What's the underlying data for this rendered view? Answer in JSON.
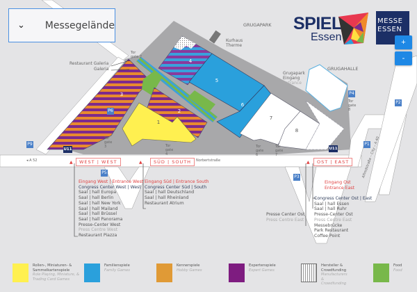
{
  "dropdown": {
    "label": "Messegelände"
  },
  "zoom": {
    "plus": "+",
    "minus": "-"
  },
  "logos": {
    "spiel_line1": "SPIEL",
    "spiel_line2": "Essen",
    "messe": "MESSE ESSEN"
  },
  "map_labels": {
    "grugapark": "GRUGAPARK",
    "kurhaus": "Kurhaus",
    "therme": "Therme",
    "grugahalle": "GRUGAHALLE",
    "grugapark_eingang_1": "Grugapark",
    "grugapark_eingang_2": "Eingang",
    "grugapark_entrance": "Entrance",
    "restaurant_galeria": "Restaurant Galeria",
    "galeria": "Galeria",
    "halls": [
      "1",
      "2",
      "3",
      "4",
      "5",
      "6",
      "7",
      "8"
    ],
    "gates": {
      "g2": "Tor gate 2",
      "g3": "Tor gate 3",
      "g4": "Tor gate 4",
      "g6": "Tor gate 6",
      "g7": "Tor gate 7",
      "g8": "Tor gate 8"
    },
    "parking": {
      "p1": "P1",
      "p2": "P2",
      "p3": "P3",
      "p4": "P4",
      "p5": "P5",
      "p6": "P6",
      "p9": "P9"
    },
    "u11": "U11",
    "a52": "◂ A 52",
    "norbertstrasse": "Norbertstraße",
    "a40": "Alfredstraße – City – A 40"
  },
  "entrances": {
    "west": "WEST | WEST",
    "south": "SÜD | SOUTH",
    "east": "OST | EAST"
  },
  "west_list": [
    "Eingang West | Entrance West",
    "Congress Center West | West",
    "Saal | hall Europa",
    "Saal | hall Berlin",
    "Saal | hall New York",
    "Saal | hall Mailand",
    "Saal | hall Brüssel",
    "Saal | hall Panorama",
    "Presse-Center West",
    "Press Centre West",
    "Restaurant Piazza"
  ],
  "south_list": [
    "Eingang Süd | Entrance South",
    "Congress Center Süd | South",
    "Saal | hall Deutschland",
    "Saal | hall Rheinland",
    "Restaurant Atrium"
  ],
  "east_entrance": [
    "Eingang Ost",
    "Entrance East"
  ],
  "east_press": [
    "Presse Center Ost",
    "Press Centre East"
  ],
  "east_list": [
    "Congress Center Ost | East",
    "Saal | hall Essen",
    "Saal | hall Ruhr",
    "Presse-Center Ost",
    "Press Centre East",
    "Messebrücke",
    "Park Restaurant",
    "Coffee Point"
  ],
  "legend": [
    {
      "de": "Rollen-, Miniaturen- & Sammelkartenspiele",
      "en": "Role Playing, Miniature, & Trading Card Games",
      "color": "#fff050"
    },
    {
      "de": "Familienspiele",
      "en": "Family Games",
      "color": "#2aa0dc"
    },
    {
      "de": "Kennerspiele",
      "en": "Hobby Games",
      "color": "#e09a36"
    },
    {
      "de": "Expertenspiele",
      "en": "Expert Games",
      "color": "#7e1c80"
    },
    {
      "de": "Hersteller & Crowdfunding",
      "en": "Manufacturers & Crowdfunding",
      "color": "#ffffff"
    },
    {
      "de": "Food",
      "en": "Food",
      "color": "#78b84a"
    }
  ]
}
